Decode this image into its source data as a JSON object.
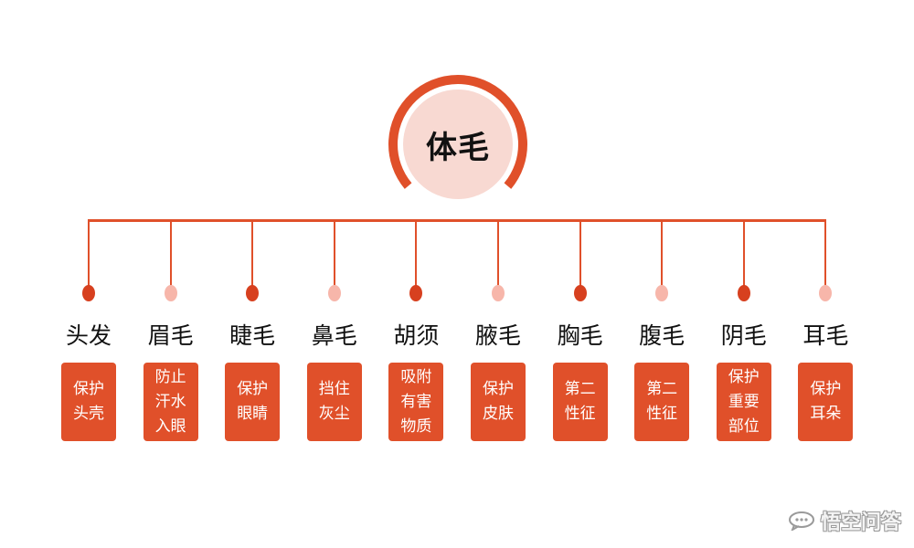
{
  "root": {
    "label": "体毛",
    "ring_color": "#e0502a",
    "fill_color": "#f8d9d2"
  },
  "colors": {
    "line": "#e0502a",
    "dot_dark": "#d7401f",
    "dot_light": "#f7b6aa",
    "box": "#e0502a"
  },
  "children": [
    {
      "name": "头发",
      "function": "保护头壳",
      "dot": "dark"
    },
    {
      "name": "眉毛",
      "function": "防止汗水入眼",
      "dot": "light"
    },
    {
      "name": "睫毛",
      "function": "保护眼睛",
      "dot": "dark"
    },
    {
      "name": "鼻毛",
      "function": "挡住灰尘",
      "dot": "light"
    },
    {
      "name": "胡须",
      "function": "吸附有害物质",
      "dot": "dark"
    },
    {
      "name": "腋毛",
      "function": "保护皮肤",
      "dot": "light"
    },
    {
      "name": "胸毛",
      "function": "第二性征",
      "dot": "dark"
    },
    {
      "name": "腹毛",
      "function": "第二性征",
      "dot": "light"
    },
    {
      "name": "阴毛",
      "function": "保护重要部位",
      "dot": "dark"
    },
    {
      "name": "耳毛",
      "function": "保护耳朵",
      "dot": "light"
    }
  ],
  "watermark": {
    "icon": "chat-bubble-icon",
    "text": "悟空问答"
  }
}
